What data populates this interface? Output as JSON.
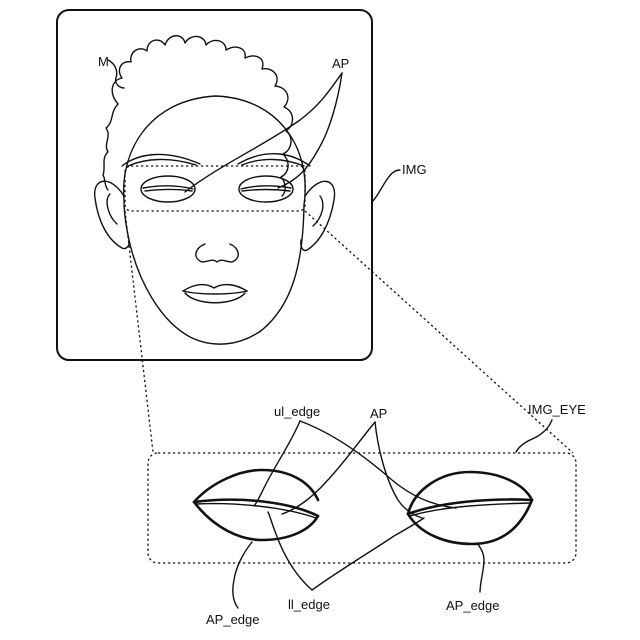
{
  "labels": {
    "M": "M",
    "AP_top": "AP",
    "IMG": "IMG",
    "IMG_EYE": "IMG_EYE",
    "ul_edge": "ul_edge",
    "AP_bottom": "AP",
    "AP_edge_left": "AP_edge",
    "ll_edge": "ll_edge",
    "AP_edge_right": "AP_edge"
  }
}
